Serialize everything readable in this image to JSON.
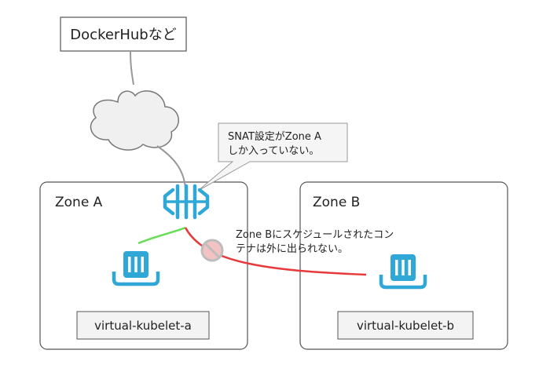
{
  "registry": {
    "label": "DockerHubなど"
  },
  "cloud": {
    "icon": "cloud-icon"
  },
  "callout": {
    "line1": "SNAT設定がZone A",
    "line2": "しか入っていない。"
  },
  "zones": {
    "a": {
      "label": "Zone A",
      "node_label": "virtual-kubelet-a"
    },
    "b": {
      "label": "Zone B",
      "node_label": "virtual-kubelet-b"
    }
  },
  "note": {
    "line1": "Zone Bにスケジュールされたコン",
    "line2": "テナは外に出られない。"
  },
  "icons": {
    "nat_gateway": "nat-gateway-icon",
    "container": "container-instance-icon",
    "blocked": "prohibited-icon"
  },
  "colors": {
    "allowed_path": "#66dd55",
    "blocked_path": "#e8393c",
    "azure_blue": "#2fa8d8",
    "zone_border": "#555555",
    "callout_fill": "#f5f5f5"
  }
}
